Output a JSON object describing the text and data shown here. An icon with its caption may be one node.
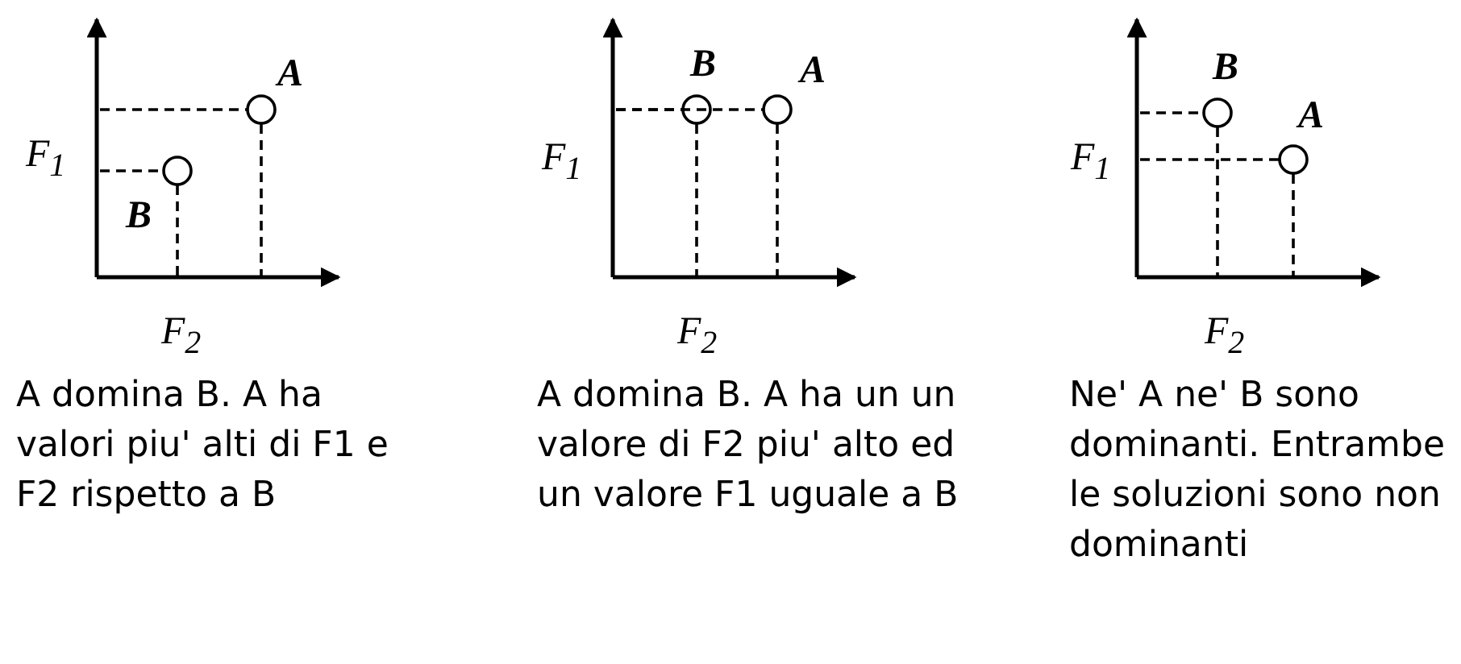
{
  "diagram": {
    "labels": [
      "A",
      "F$_{1}$",
      "B",
      "F$_{2}$",
      "A domina B. A ha valori piu' alti di F1 e F2 rispetto a B",
      "B",
      "A",
      "F$_{1}$",
      "F$_{2}$",
      "A domina B. A ha un un valore di F2 piu' alto ed un valore F1 uguale a B",
      "B",
      "A",
      "F$_{1}$",
      "F$_{2}$",
      "Ne' A ne' B sono dominanti. Entrambe le soluzioni sono non dominanti"
    ]
  }
}
